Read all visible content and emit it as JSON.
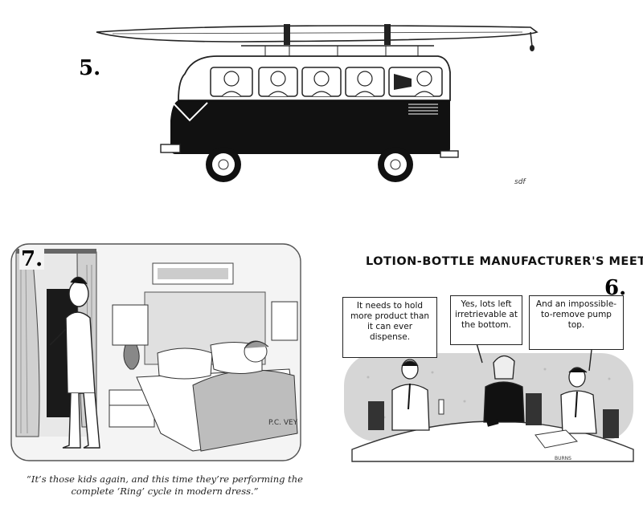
{
  "cartoon5": {
    "number": "5.",
    "signature": "sdf"
  },
  "cartoon7": {
    "number": "7.",
    "signature": "P.C. VEY",
    "caption": "“It’s those kids again, and this time they’re performing the complete ‘Ring’ cycle in modern dress.”"
  },
  "cartoon6": {
    "number": "6.",
    "title": "LOTION-BOTTLE MANUFACTURER'S MEETING",
    "bubbles": [
      "It needs to hold more product than it can ever dispense.",
      "Yes, lots left irretrievable at the bottom.",
      "And an impossible-to-remove pump top."
    ],
    "signature": "BURNS"
  }
}
